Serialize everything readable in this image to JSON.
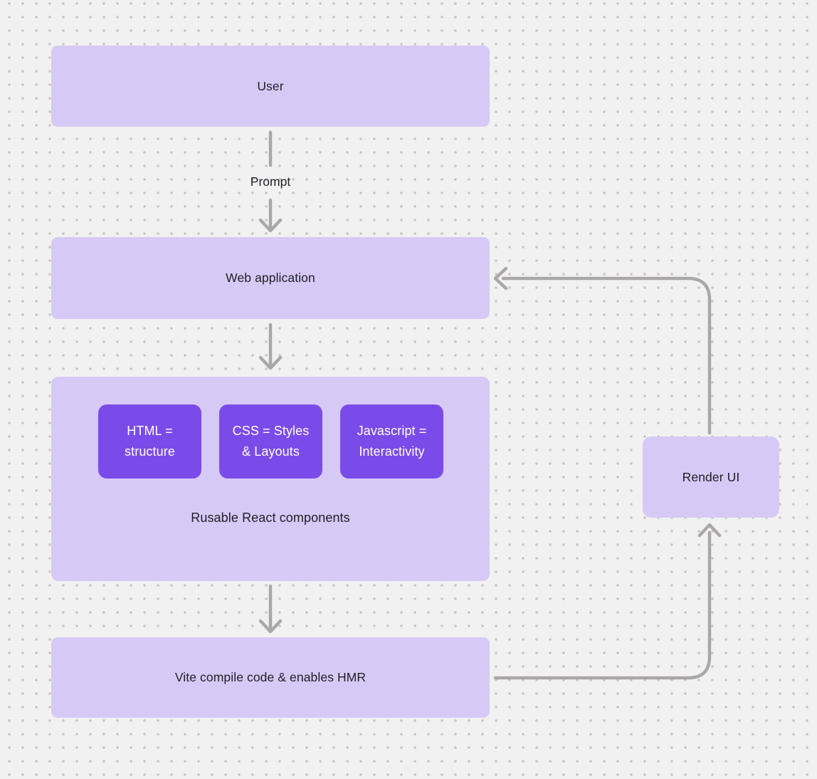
{
  "canvas": {
    "background": "#F2F1F1",
    "dot_color": "#C8C6C4",
    "node_fill": "#D7C9F5",
    "accent_fill": "#7B4BE9",
    "connector_color": "#A9A7A7",
    "text_color": "#1F1F26"
  },
  "nodes": {
    "user": {
      "label": "User"
    },
    "web_application": {
      "label": "Web application"
    },
    "components_group": {
      "items": [
        {
          "label": "HTML = structure"
        },
        {
          "label": "CSS = Styles & Layouts"
        },
        {
          "label": "Javascript = Interactivity"
        }
      ],
      "caption": "Rusable React components"
    },
    "vite": {
      "label": "Vite compile code & enables HMR"
    },
    "render_ui": {
      "label": "Render UI"
    }
  },
  "connectors": {
    "prompt_label": "Prompt"
  }
}
